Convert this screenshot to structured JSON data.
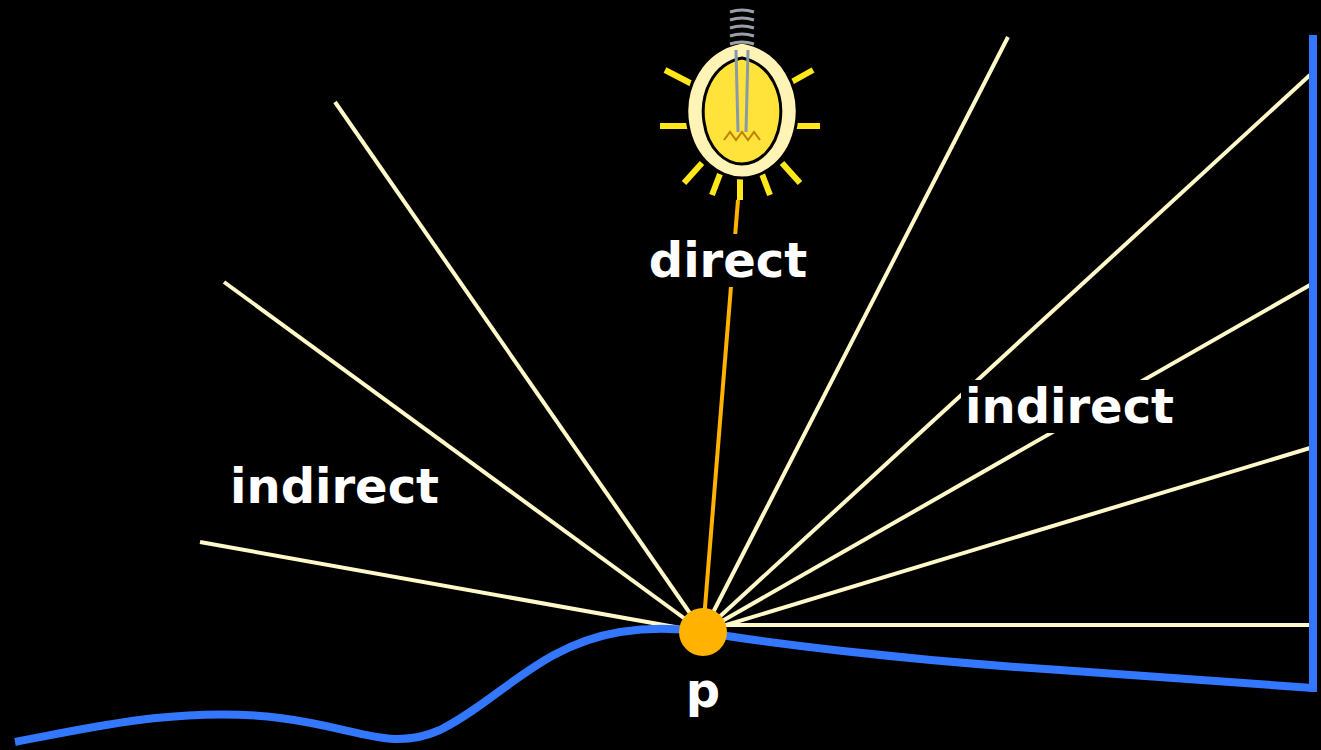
{
  "diagram": {
    "labels": [
      "direct",
      "indirect",
      "indirect",
      "p"
    ]
  }
}
